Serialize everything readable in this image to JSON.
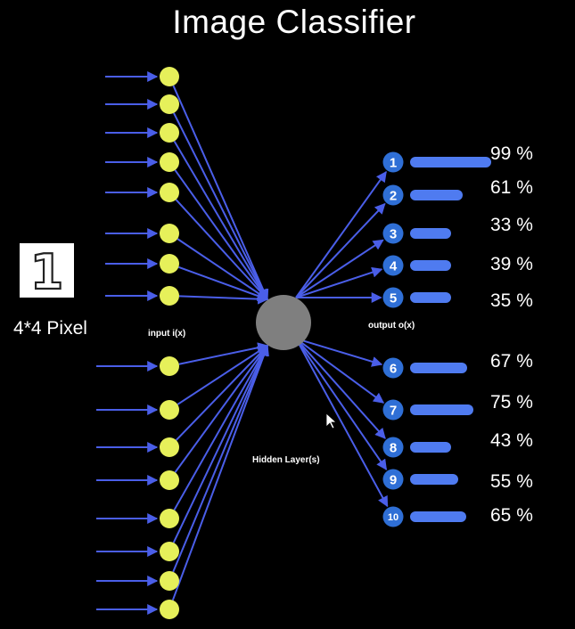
{
  "title": "Image Classifier",
  "input": {
    "image_glyph": "1",
    "size_label": "4*4 Pixel",
    "layer_label": "input i(x)",
    "node_count": 16
  },
  "hidden": {
    "label": "Hidden Layer(s)"
  },
  "output": {
    "layer_label": "output o(x)",
    "classes": [
      {
        "number": "1",
        "percent": "99 %",
        "value": 99
      },
      {
        "number": "2",
        "percent": "61 %",
        "value": 61
      },
      {
        "number": "3",
        "percent": "33 %",
        "value": 33
      },
      {
        "number": "4",
        "percent": "39 %",
        "value": 39
      },
      {
        "number": "5",
        "percent": "35 %",
        "value": 35
      },
      {
        "number": "6",
        "percent": "67 %",
        "value": 67
      },
      {
        "number": "7",
        "percent": "75 %",
        "value": 75
      },
      {
        "number": "8",
        "percent": "43 %",
        "value": 43
      },
      {
        "number": "9",
        "percent": "55 %",
        "value": 55
      },
      {
        "number": "10",
        "percent": "65 %",
        "value": 65
      }
    ]
  },
  "colors": {
    "background": "#000000",
    "input_node": "#e6f05a",
    "hidden_node": "#7f7f7f",
    "connection": "#4a5ee8",
    "output_node": "#2f6fd6",
    "bar": "#4f7bf0",
    "text": "#ffffff"
  }
}
